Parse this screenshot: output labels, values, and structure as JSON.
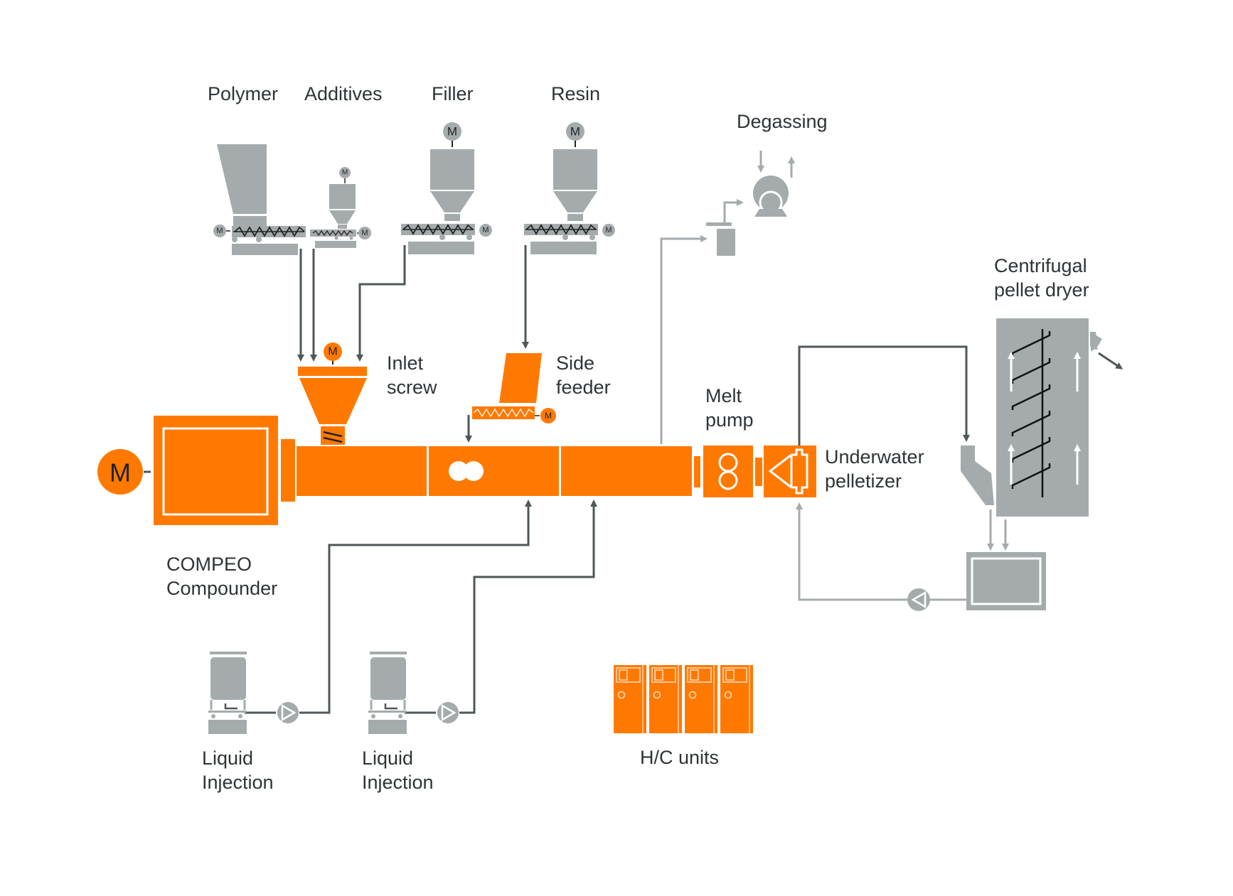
{
  "diagram": {
    "title": "COMPEO compounding line process diagram",
    "colors": {
      "orange": "#ff7900",
      "gray": "#a5abac",
      "dark_line": "#4f5759",
      "text": "#2e3436"
    },
    "motor_symbol": "M",
    "labels": {
      "polymer": "Polymer",
      "additives": "Additives",
      "filler": "Filler",
      "resin": "Resin",
      "degassing": "Degassing",
      "inlet_screw_1": "Inlet",
      "inlet_screw_2": "screw",
      "side_feeder_1": "Side",
      "side_feeder_2": "feeder",
      "melt_pump_1": "Melt",
      "melt_pump_2": "pump",
      "pelletizer_1": "Underwater",
      "pelletizer_2": "pelletizer",
      "dryer_1": "Centrifugal",
      "dryer_2": "pellet dryer",
      "compounder_1": "COMPEO",
      "compounder_2": "Compounder",
      "liquid1_1": "Liquid",
      "liquid1_2": "Injection",
      "liquid2_1": "Liquid",
      "liquid2_2": "Injection",
      "hc_units": "H/C units"
    },
    "hc_unit_count": 4
  }
}
